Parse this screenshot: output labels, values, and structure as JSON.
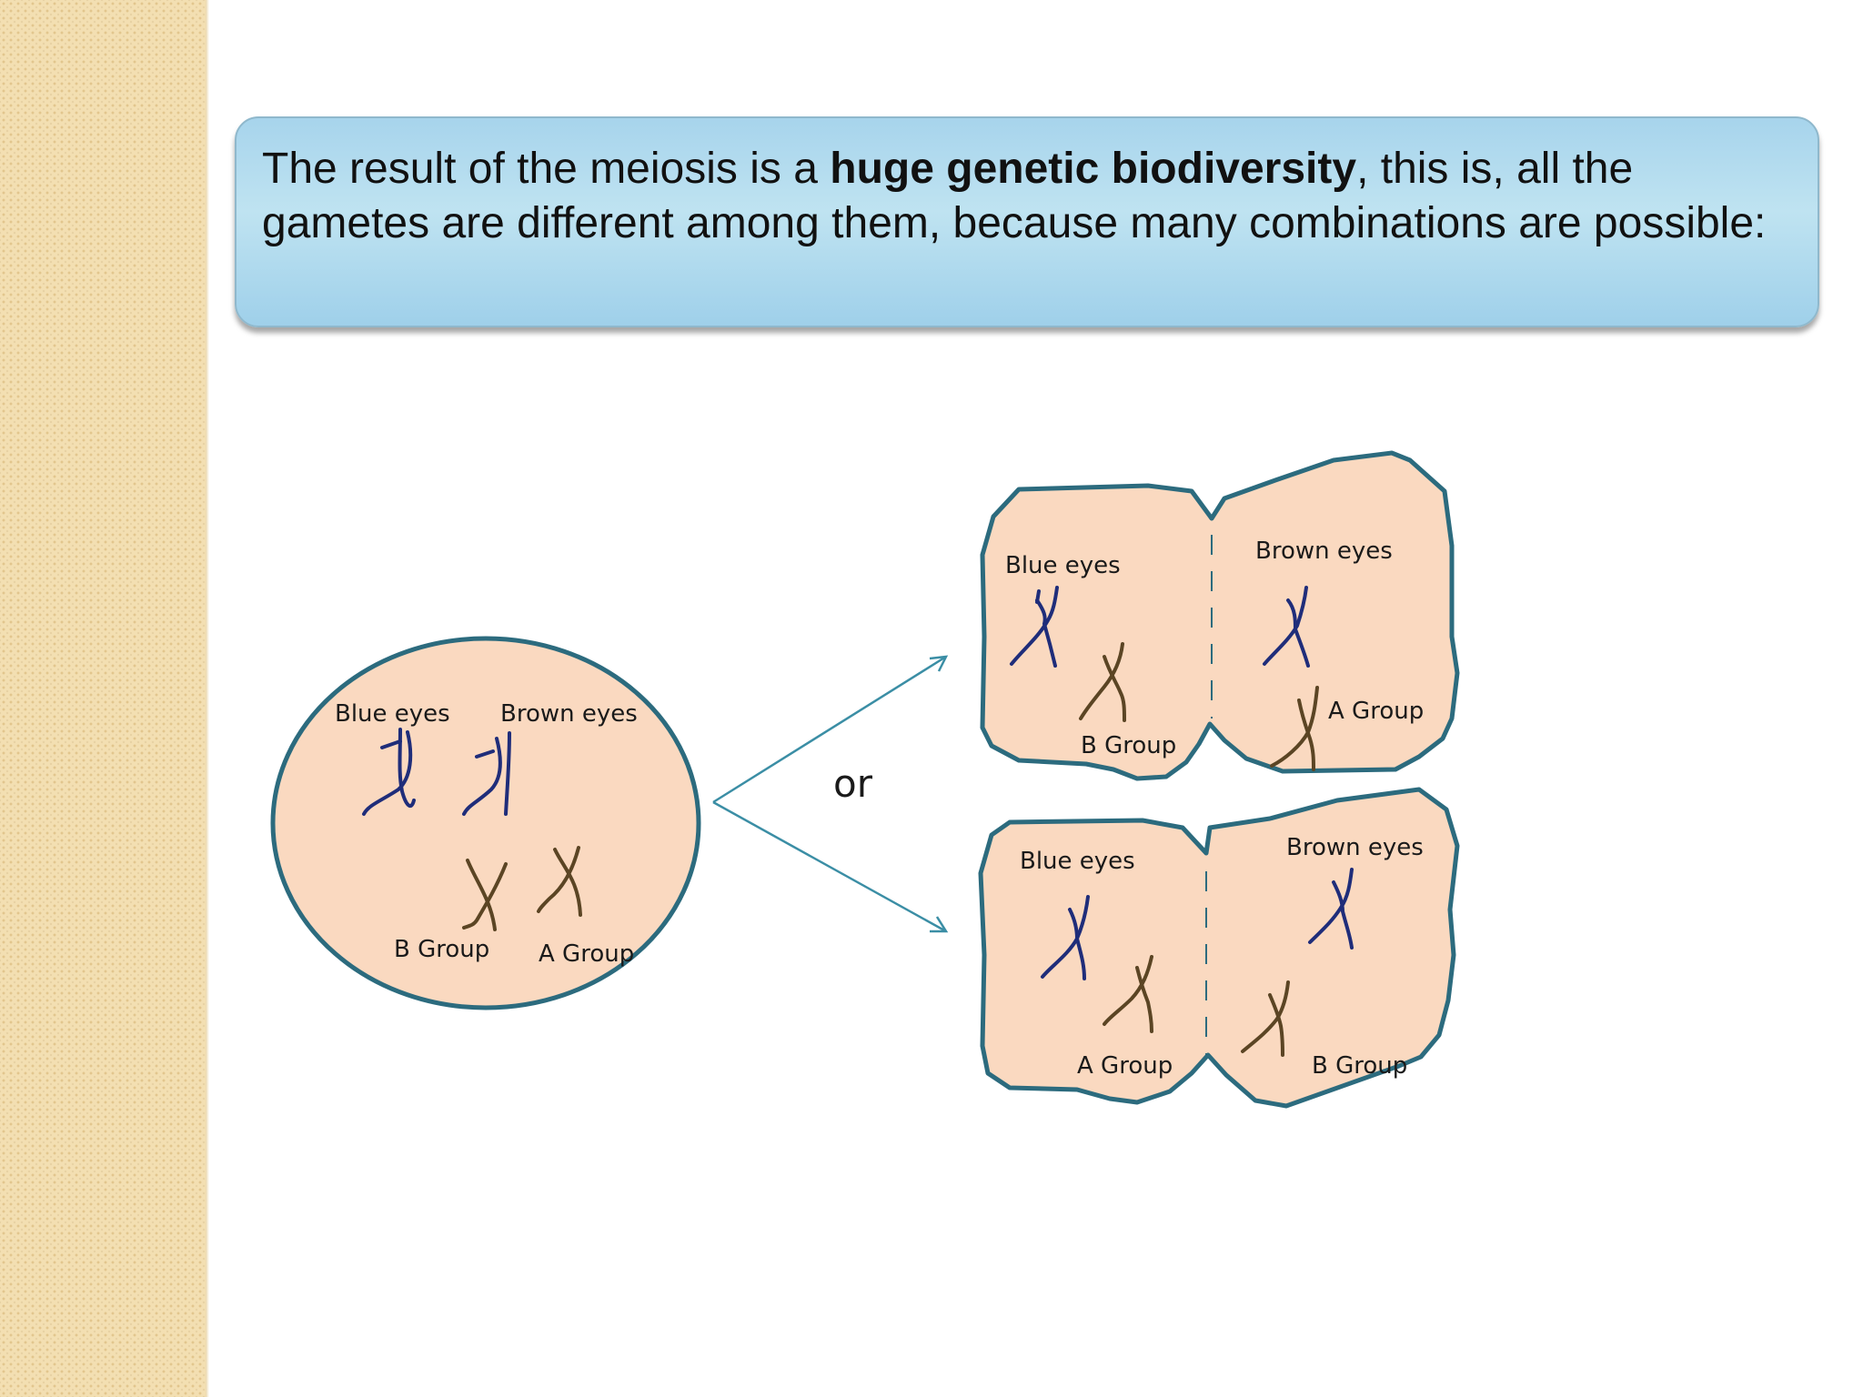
{
  "intro": {
    "text_before": "The result of the meiosis is a ",
    "text_bold": "huge genetic biodiversity",
    "text_after": ", this is, all the gametes are different among them, because many combinations are possible:"
  },
  "diagram": {
    "connector": "or",
    "parent_cell": {
      "labels": {
        "blue_eyes": "Blue eyes",
        "brown_eyes": "Brown eyes",
        "b_group": "B Group",
        "a_group": "A Group"
      }
    },
    "top_result": {
      "left": {
        "eye": "Blue eyes",
        "group": "B Group"
      },
      "right": {
        "eye": "Brown eyes",
        "group": "A Group"
      }
    },
    "bottom_result": {
      "left": {
        "eye": "Blue eyes",
        "group": "A Group"
      },
      "right": {
        "eye": "Brown eyes",
        "group": "B Group"
      }
    }
  },
  "colors": {
    "cell_fill": "#fad9c0",
    "cell_outline": "#2c6b7e",
    "eye_chromosome": "#1f2d7a",
    "blood_chromosome": "#5b4524",
    "arrow": "#3b8ea5",
    "header_box": "#a7d4ec"
  }
}
